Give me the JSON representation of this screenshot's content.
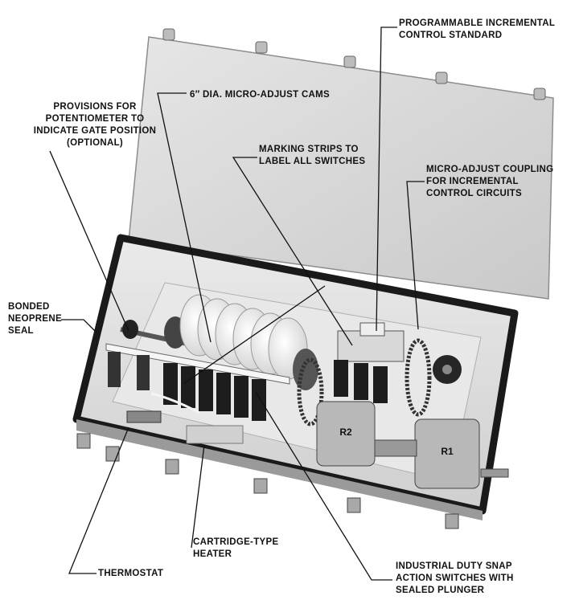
{
  "labels": {
    "potentiometer": "PROVISIONS FOR\nPOTENTIOMETER TO\nINDICATE GATE POSITION\n(OPTIONAL)",
    "cams": "6″ DIA. MICRO-ADJUST CAMS",
    "marking_strips": "MARKING STRIPS TO\nLABEL ALL SWITCHES",
    "control_standard": "PROGRAMMABLE INCREMENTAL\nCONTROL STANDARD",
    "coupling": "MICRO-ADJUST COUPLING\nFOR INCREMENTAL\nCONTROL CIRCUITS",
    "seal": "BONDED\nNEOPRENE\nSEAL",
    "heater": "CARTRIDGE-TYPE\nHEATER",
    "thermostat": "THERMOSTAT",
    "snap_switches": "INDUSTRIAL DUTY SNAP\nACTION SWITCHES WITH\nSEALED PLUNGER"
  },
  "motor_labels": {
    "r1": "R1",
    "r2": "R2"
  },
  "colors": {
    "lid": "#d4d4d4",
    "enclosure_rim": "#1a1a1a",
    "interior": "#e3e3e3",
    "leader": "#111111"
  }
}
